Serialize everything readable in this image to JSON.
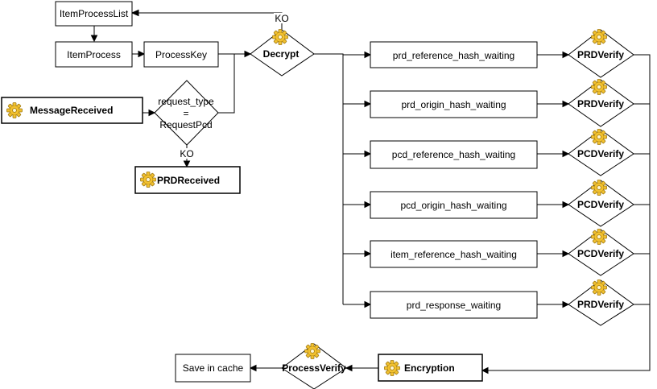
{
  "nodes": {
    "item_process_list": "ItemProcessList",
    "item_process": "ItemProcess",
    "process_key": "ProcessKey",
    "decrypt": "Decrypt",
    "message_received": "MessageReceived",
    "request_type_line1": "request_type",
    "request_type_line2": "=",
    "request_type_line3": "RequestPcd",
    "prd_received": "PRDReceived",
    "prd_reference_hash_waiting": "prd_reference_hash_waiting",
    "prd_origin_hash_waiting": "prd_origin_hash_waiting",
    "pcd_reference_hash_waiting": "pcd_reference_hash_waiting",
    "pcd_origin_hash_waiting": "pcd_origin_hash_waiting",
    "item_reference_hash_waiting": "item_reference_hash_waiting",
    "prd_response_waiting": "prd_response_waiting",
    "verify_1": "PRDVerify",
    "verify_2": "PRDVerify",
    "verify_3": "PCDVerify",
    "verify_4": "PCDVerify",
    "verify_5": "PCDVerify",
    "verify_6": "PRDVerify",
    "encryption": "Encryption",
    "process_verify": "ProcessVerify",
    "save_in_cache": "Save in cache"
  },
  "edge_labels": {
    "decrypt_ko": "KO",
    "request_type_ko": "KO"
  },
  "icons": {
    "gear": "gear-icon"
  },
  "colors": {
    "gear_fill": "#f2c130",
    "gear_stroke": "#a07a10",
    "stroke": "#000000"
  }
}
